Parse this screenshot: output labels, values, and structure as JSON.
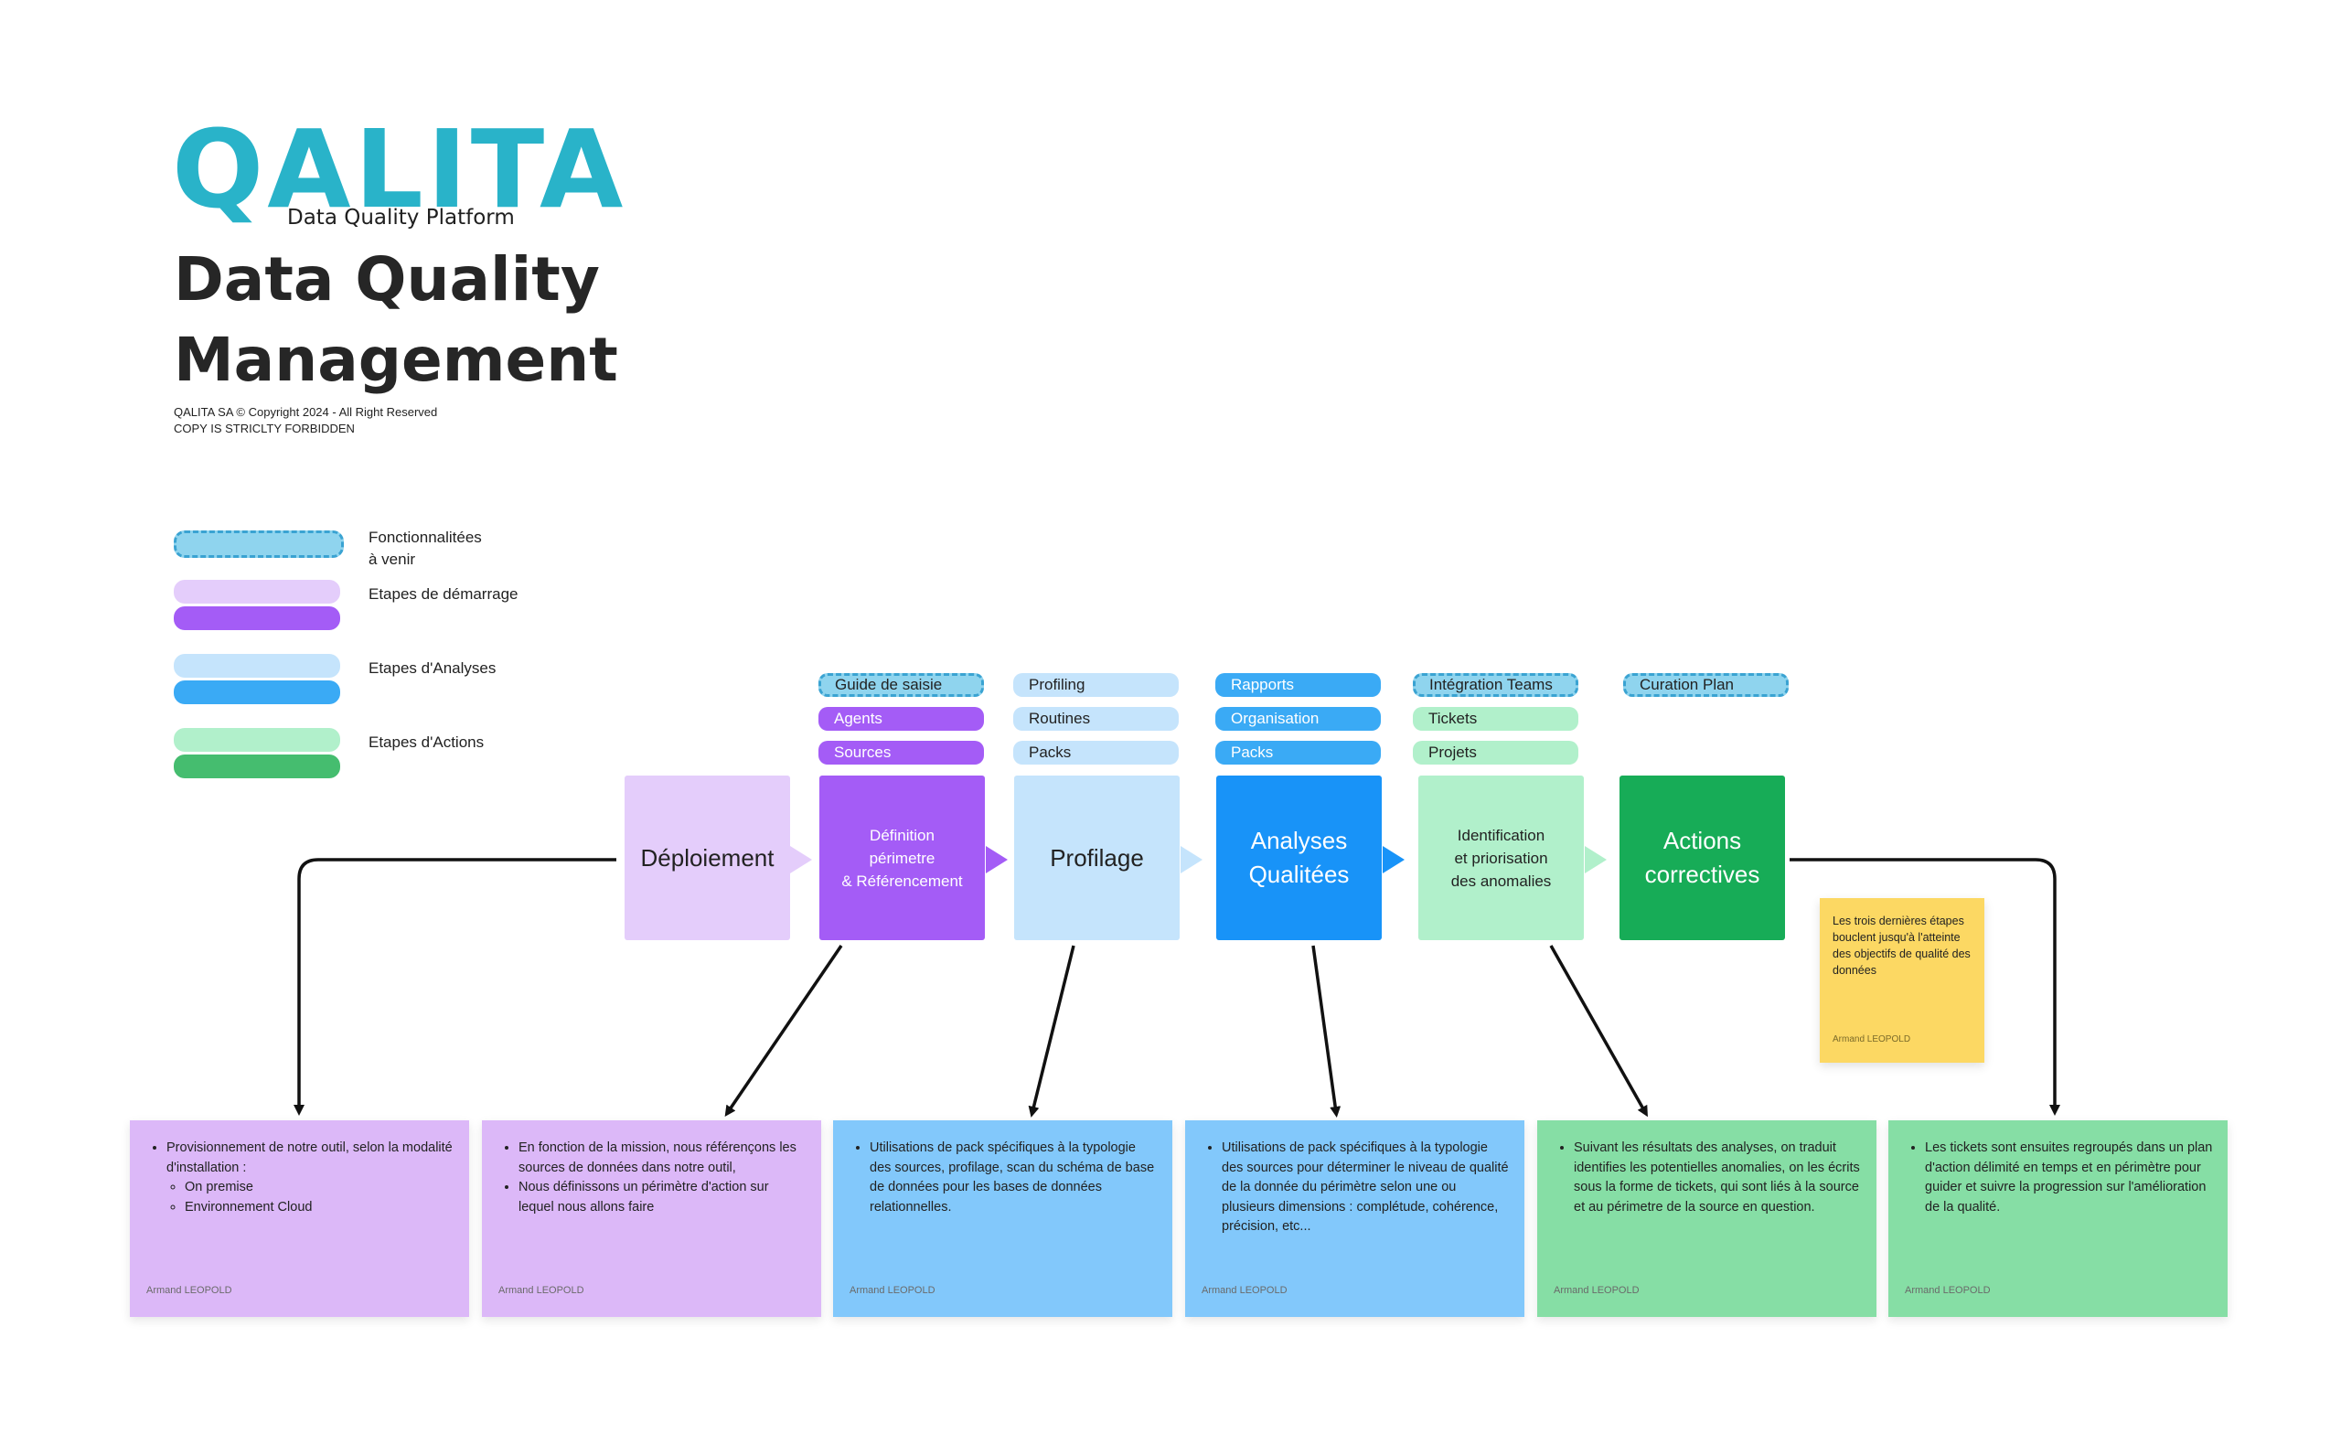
{
  "logo": {
    "word": "QALITA",
    "subtitle": "Data Quality Platform"
  },
  "title": {
    "line1": "Data Quality",
    "line2": "Management"
  },
  "copyright": {
    "line1": "QALITA SA © Copyright 2024 - All Right Reserved",
    "line2": "COPY IS STRICLTY FORBIDDEN"
  },
  "legend": {
    "future": "Fonctionnalitées à venir",
    "future_line1": "Fonctionnalitées",
    "future_line2": "à venir",
    "startup": "Etapes de démarrage",
    "analysis": "Etapes d'Analyses",
    "actions": "Etapes d'Actions"
  },
  "colors": {
    "purple_light": "#e4cdfb",
    "purple": "#a45cf6",
    "blue_light": "#c5e4fc",
    "blue": "#3aaaf5",
    "blue_strong": "#1893f8",
    "green_light": "#b1f0cb",
    "green": "#45bd6f",
    "green_strong": "#17ac57",
    "future_fill": "#8fd4ee",
    "future_border": "#3aa3d2",
    "sticky": "#fcd863",
    "logo": "#29b3c9"
  },
  "stages": [
    {
      "label": "Déploiement",
      "tags": []
    },
    {
      "label_lines": [
        "Définition",
        "périmetre",
        "& Référencement"
      ],
      "tags": [
        "Guide de saisie",
        "Agents",
        "Sources"
      ]
    },
    {
      "label": "Profilage",
      "tags": [
        "Profiling",
        "Routines",
        "Packs"
      ]
    },
    {
      "label_lines": [
        "Analyses",
        "Qualitées"
      ],
      "tags": [
        "Rapports",
        "Organisation",
        "Packs"
      ]
    },
    {
      "label_lines": [
        "Identification",
        "et priorisation",
        "des anomalies"
      ],
      "tags": [
        "Intégration Teams",
        "Tickets",
        "Projets"
      ]
    },
    {
      "label_lines": [
        "Actions",
        "correctives"
      ],
      "tags": [
        "Curation Plan"
      ]
    }
  ],
  "sticky": {
    "text": "Les trois dernières étapes bouclent jusqu'à l'atteinte des objectifs de qualité des données",
    "author": "Armand LEOPOLD"
  },
  "notes": [
    {
      "items": [
        "Provisionnement de notre outil, selon la modalité d'installation :"
      ],
      "subitems": [
        "On premise",
        "Environnement Cloud"
      ],
      "author": "Armand LEOPOLD"
    },
    {
      "items": [
        "En fonction de la mission, nous référençons les sources de données dans notre outil,",
        "Nous définissons un périmètre d'action sur lequel nous allons faire"
      ],
      "author": "Armand LEOPOLD"
    },
    {
      "items": [
        "Utilisations de pack spécifiques à la typologie des sources, profilage, scan du schéma de base de données pour les bases de données relationnelles."
      ],
      "author": "Armand LEOPOLD"
    },
    {
      "items": [
        "Utilisations de pack spécifiques à la typologie des sources pour déterminer le niveau de qualité de la donnée du périmètre selon une ou plusieurs dimensions : complétude, cohérence, précision, etc..."
      ],
      "author": "Armand LEOPOLD"
    },
    {
      "items": [
        "Suivant les résultats des analyses, on traduit identifies les potentielles anomalies, on les écrits sous la forme de tickets, qui sont liés à la source et au périmetre de la source en question."
      ],
      "author": "Armand LEOPOLD"
    },
    {
      "items": [
        "Les tickets sont ensuites regroupés dans un plan d'action délimité en temps et en périmètre pour guider et suivre la progression sur l'amélioration de la qualité."
      ],
      "author": "Armand LEOPOLD"
    }
  ]
}
